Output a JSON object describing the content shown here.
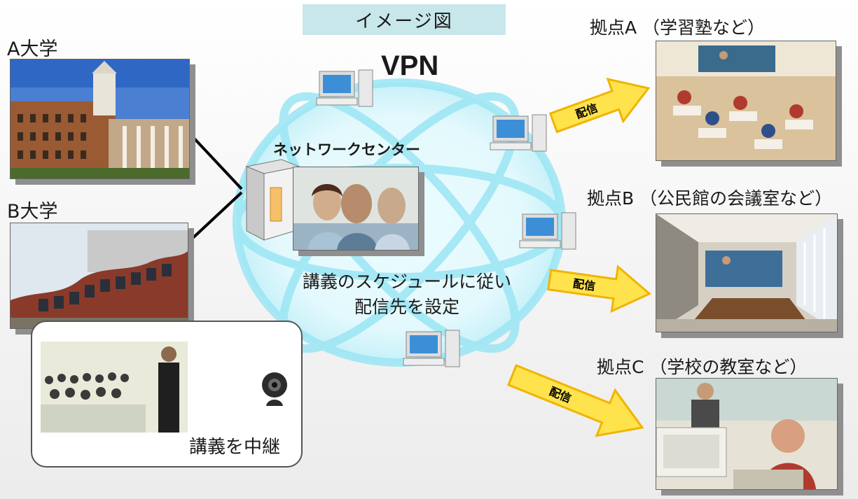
{
  "title": "イメージ図",
  "vpn_label": "VPN",
  "network_center": {
    "label": "ネットワークセンター",
    "description_line1": "講義のスケジュールに従い",
    "description_line2": "配信先を設定"
  },
  "universities": [
    {
      "label": "A大学"
    },
    {
      "label": "B大学"
    }
  ],
  "relay": {
    "label": "講義を中継"
  },
  "sites": [
    {
      "label": "拠点A （学習塾など）",
      "arrow_label": "配信"
    },
    {
      "label": "拠点B （公民館の会議室など）",
      "arrow_label": "配信"
    },
    {
      "label": "拠点C （学校の教室など）",
      "arrow_label": "配信"
    }
  ],
  "colors": {
    "title_bg": "#c8e7ea",
    "globe": "#8fe3f2",
    "arrow": "#ffe34d",
    "arrow_edge": "#f0b400"
  }
}
